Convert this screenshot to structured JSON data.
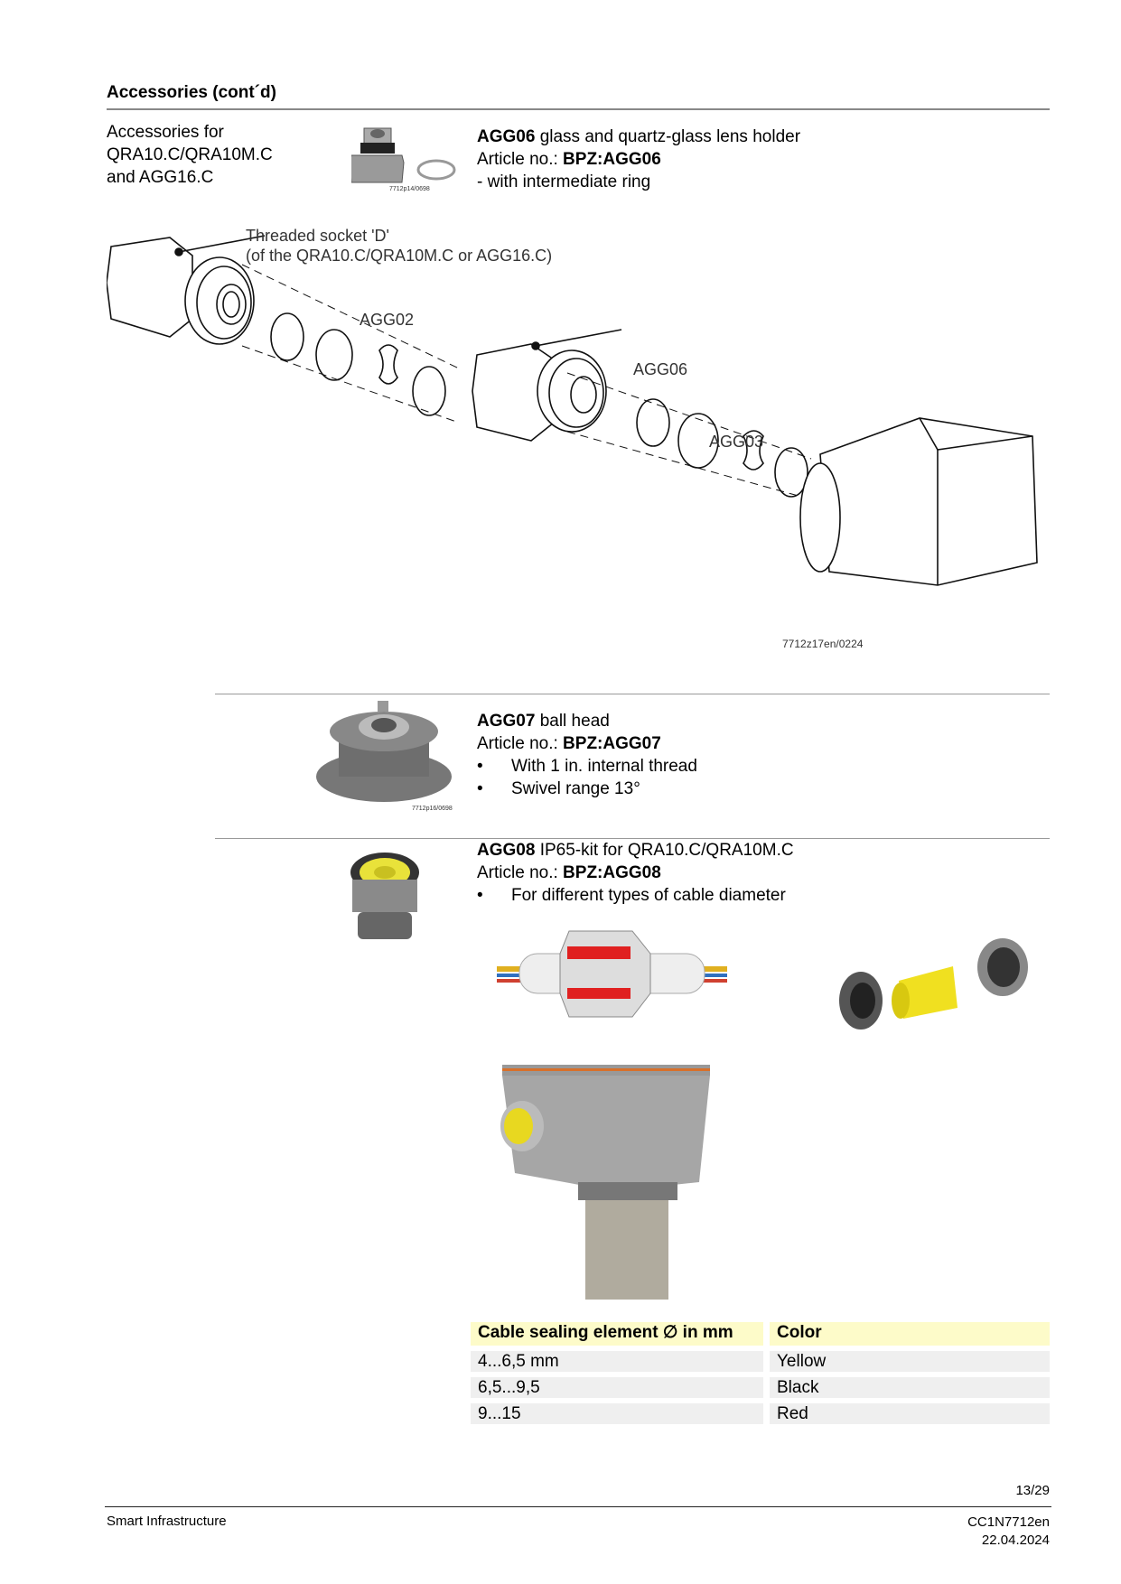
{
  "heading": "Accessories (cont´d)",
  "intro": {
    "lines": [
      "Accessories for",
      "QRA10.C/QRA10M.C",
      "and AGG16.C"
    ]
  },
  "agg06": {
    "code": "AGG06",
    "title_rest": " glass and quartz-glass lens holder",
    "article_label": "Article no.: ",
    "article_no": "BPZ:AGG06",
    "note": "- with intermediate ring",
    "image_caption": "7712p14/0698"
  },
  "diagram": {
    "socket_label_1": "Threaded socket 'D'",
    "socket_label_2": "(of the QRA10.C/QRA10M.C or AGG16.C)",
    "label_agg02": "AGG02",
    "label_agg06": "AGG06",
    "label_agg03": "AGG03",
    "caption": "7712z17en/0224"
  },
  "agg07": {
    "code": "AGG07",
    "title_rest": " ball head",
    "article_label": "Article no.: ",
    "article_no": "BPZ:AGG07",
    "bullets": [
      "With 1 in. internal thread",
      "Swivel range 13°"
    ],
    "image_caption": "7712p16/0698"
  },
  "agg08": {
    "code": "AGG08",
    "title_rest": " IP65-kit for QRA10.C/QRA10M.C",
    "article_label": "Article no.: ",
    "article_no": "BPZ:AGG08",
    "bullets": [
      "For different types of cable diameter"
    ]
  },
  "table": {
    "headers": [
      "Cable sealing element ∅ in mm",
      "Color"
    ],
    "rows": [
      [
        "4...6,5 mm",
        "Yellow"
      ],
      [
        "6,5...9,5",
        "Black"
      ],
      [
        "9...15",
        "Red"
      ]
    ],
    "header_bg": "#fdfbc9",
    "row_bg": "#efefef"
  },
  "footer": {
    "page": "13/29",
    "company": "Smart Infrastructure",
    "doc_no": "CC1N7712en",
    "date": "22.04.2024"
  }
}
